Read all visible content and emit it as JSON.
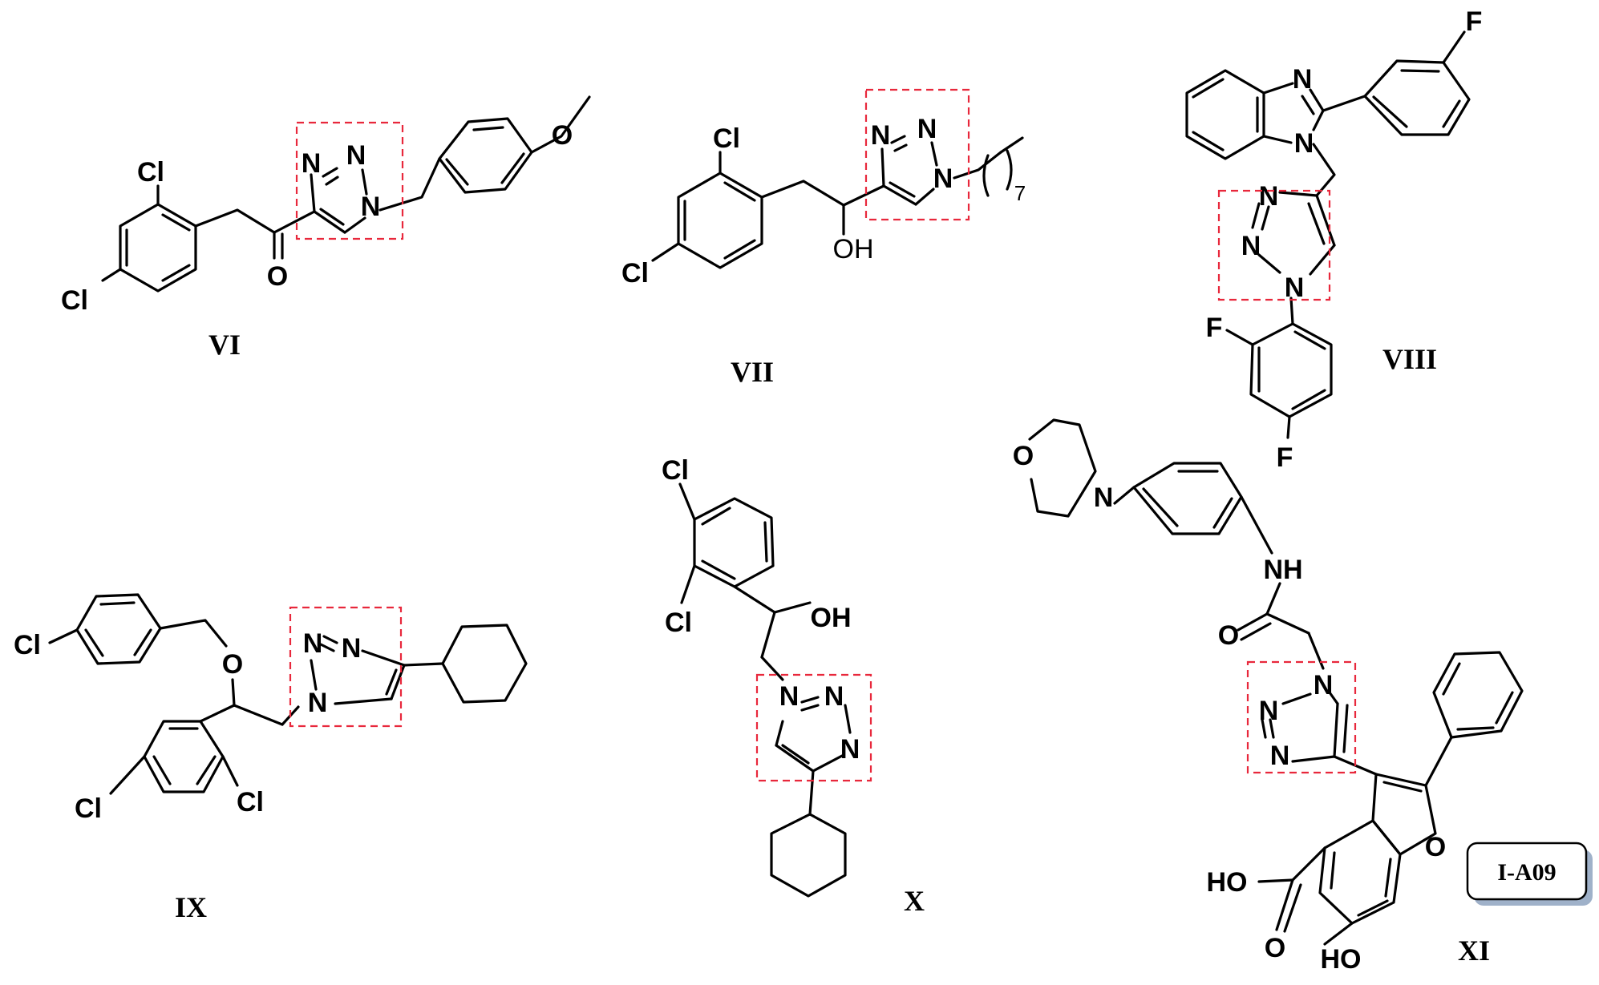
{
  "colors": {
    "highlight_box": "#e8283c",
    "badge_shadow": "#9fb1c9"
  },
  "badge": "I-A09",
  "compounds": [
    {
      "id": "VI",
      "label": "VI",
      "atoms": {
        "cl_top": "Cl",
        "cl_bottom": "Cl",
        "carbonyl_o": "O",
        "n3": "N",
        "n2": "N",
        "n1": "N",
        "methoxy_o": "O"
      }
    },
    {
      "id": "VII",
      "label": "VII",
      "atoms": {
        "cl_top": "Cl",
        "cl_bottom": "Cl",
        "oh": "OH",
        "n3": "N",
        "n2": "N",
        "n1": "N",
        "chain_count": "7"
      }
    },
    {
      "id": "VIII",
      "label": "VIII",
      "atoms": {
        "benz_n3": "N",
        "benz_n1": "N",
        "fluoro_top": "F",
        "tz_n3": "N",
        "tz_n2": "N",
        "tz_n1": "N",
        "f_ortho": "F",
        "f_para": "F"
      }
    },
    {
      "id": "IX",
      "label": "IX",
      "atoms": {
        "cl_left": "Cl",
        "ether_o": "O",
        "n3": "N",
        "n2": "N",
        "n1": "N",
        "cl_ring_para": "Cl",
        "cl_ring_ortho": "Cl"
      }
    },
    {
      "id": "X",
      "label": "X",
      "atoms": {
        "cl_top": "Cl",
        "cl_ortho": "Cl",
        "oh": "OH",
        "n1": "N",
        "n2": "N",
        "n3": "N"
      }
    },
    {
      "id": "XI",
      "label": "XI",
      "atoms": {
        "morph_o": "O",
        "morph_n": "N",
        "nh": "NH",
        "amide_o": "O",
        "n1": "N",
        "n2": "N",
        "n3": "N",
        "furan_o": "O",
        "cooh": "HO",
        "carboxyl_o": "O",
        "phenol": "HO"
      }
    }
  ]
}
